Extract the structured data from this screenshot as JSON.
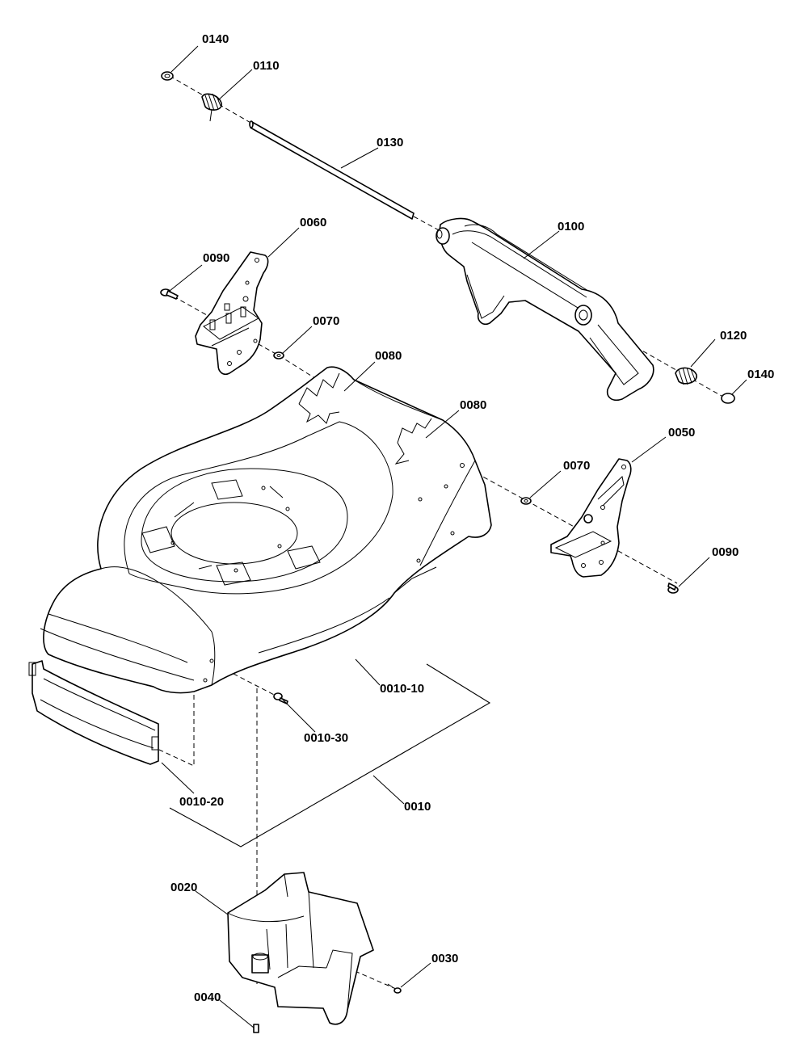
{
  "diagram": {
    "labels": {
      "l0140a": "0140",
      "l0110": "0110",
      "l0130": "0130",
      "l0060": "0060",
      "l0100": "0100",
      "l0090a": "0090",
      "l0070a": "0070",
      "l0080a": "0080",
      "l0120": "0120",
      "l0140b": "0140",
      "l0080b": "0080",
      "l0050": "0050",
      "l0070b": "0070",
      "l0090b": "0090",
      "l0010_10": "0010-10",
      "l0010_30": "0010-30",
      "l0010": "0010",
      "l0010_20": "0010-20",
      "l0020": "0020",
      "l0030": "0030",
      "l0040": "0040"
    }
  }
}
